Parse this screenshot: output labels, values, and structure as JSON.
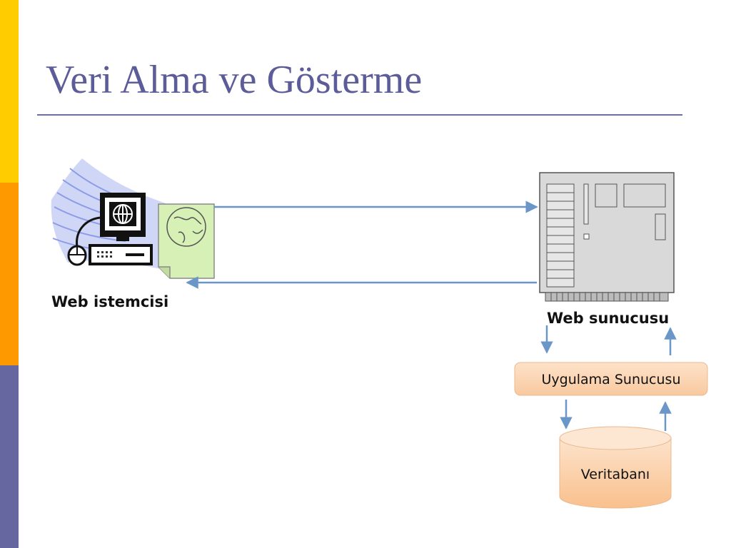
{
  "slide": {
    "title": "Veri Alma ve Gösterme"
  },
  "diagram": {
    "client_label": "Web istemcisi",
    "server_label": "Web sunucusu",
    "app_server_label": "Uygulama Sunucusu",
    "database_label": "Veritabanı"
  },
  "colors": {
    "bar_yellow": "#ffcc00",
    "bar_orange": "#ff9900",
    "bar_purple": "#6666a0",
    "title": "#5c5c99",
    "arrow": "#6b96c8",
    "app_server_fill": "#fcd5b4",
    "database_fill": "#fcd2ad",
    "document_fill": "#d6f0b6",
    "server_fill": "#d9d9d9"
  }
}
